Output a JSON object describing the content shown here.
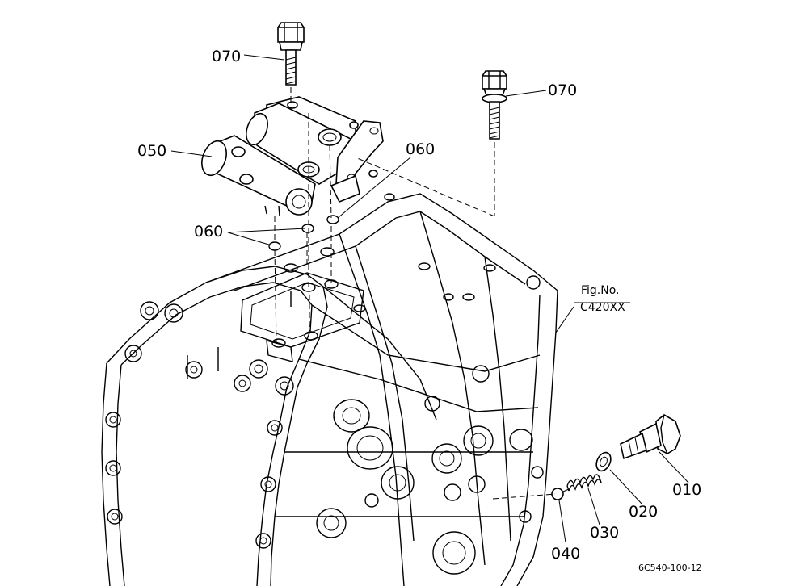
{
  "diagram": {
    "labels": {
      "p070_top": "070",
      "p070_right": "070",
      "p050": "050",
      "p060_right": "060",
      "p060_left": "060",
      "fig_no": "Fig.No.",
      "fig_code": "C420XX",
      "p010": "010",
      "p020": "020",
      "p030": "030",
      "p040": "040",
      "drawing_code": "6C540-100-12"
    }
  }
}
